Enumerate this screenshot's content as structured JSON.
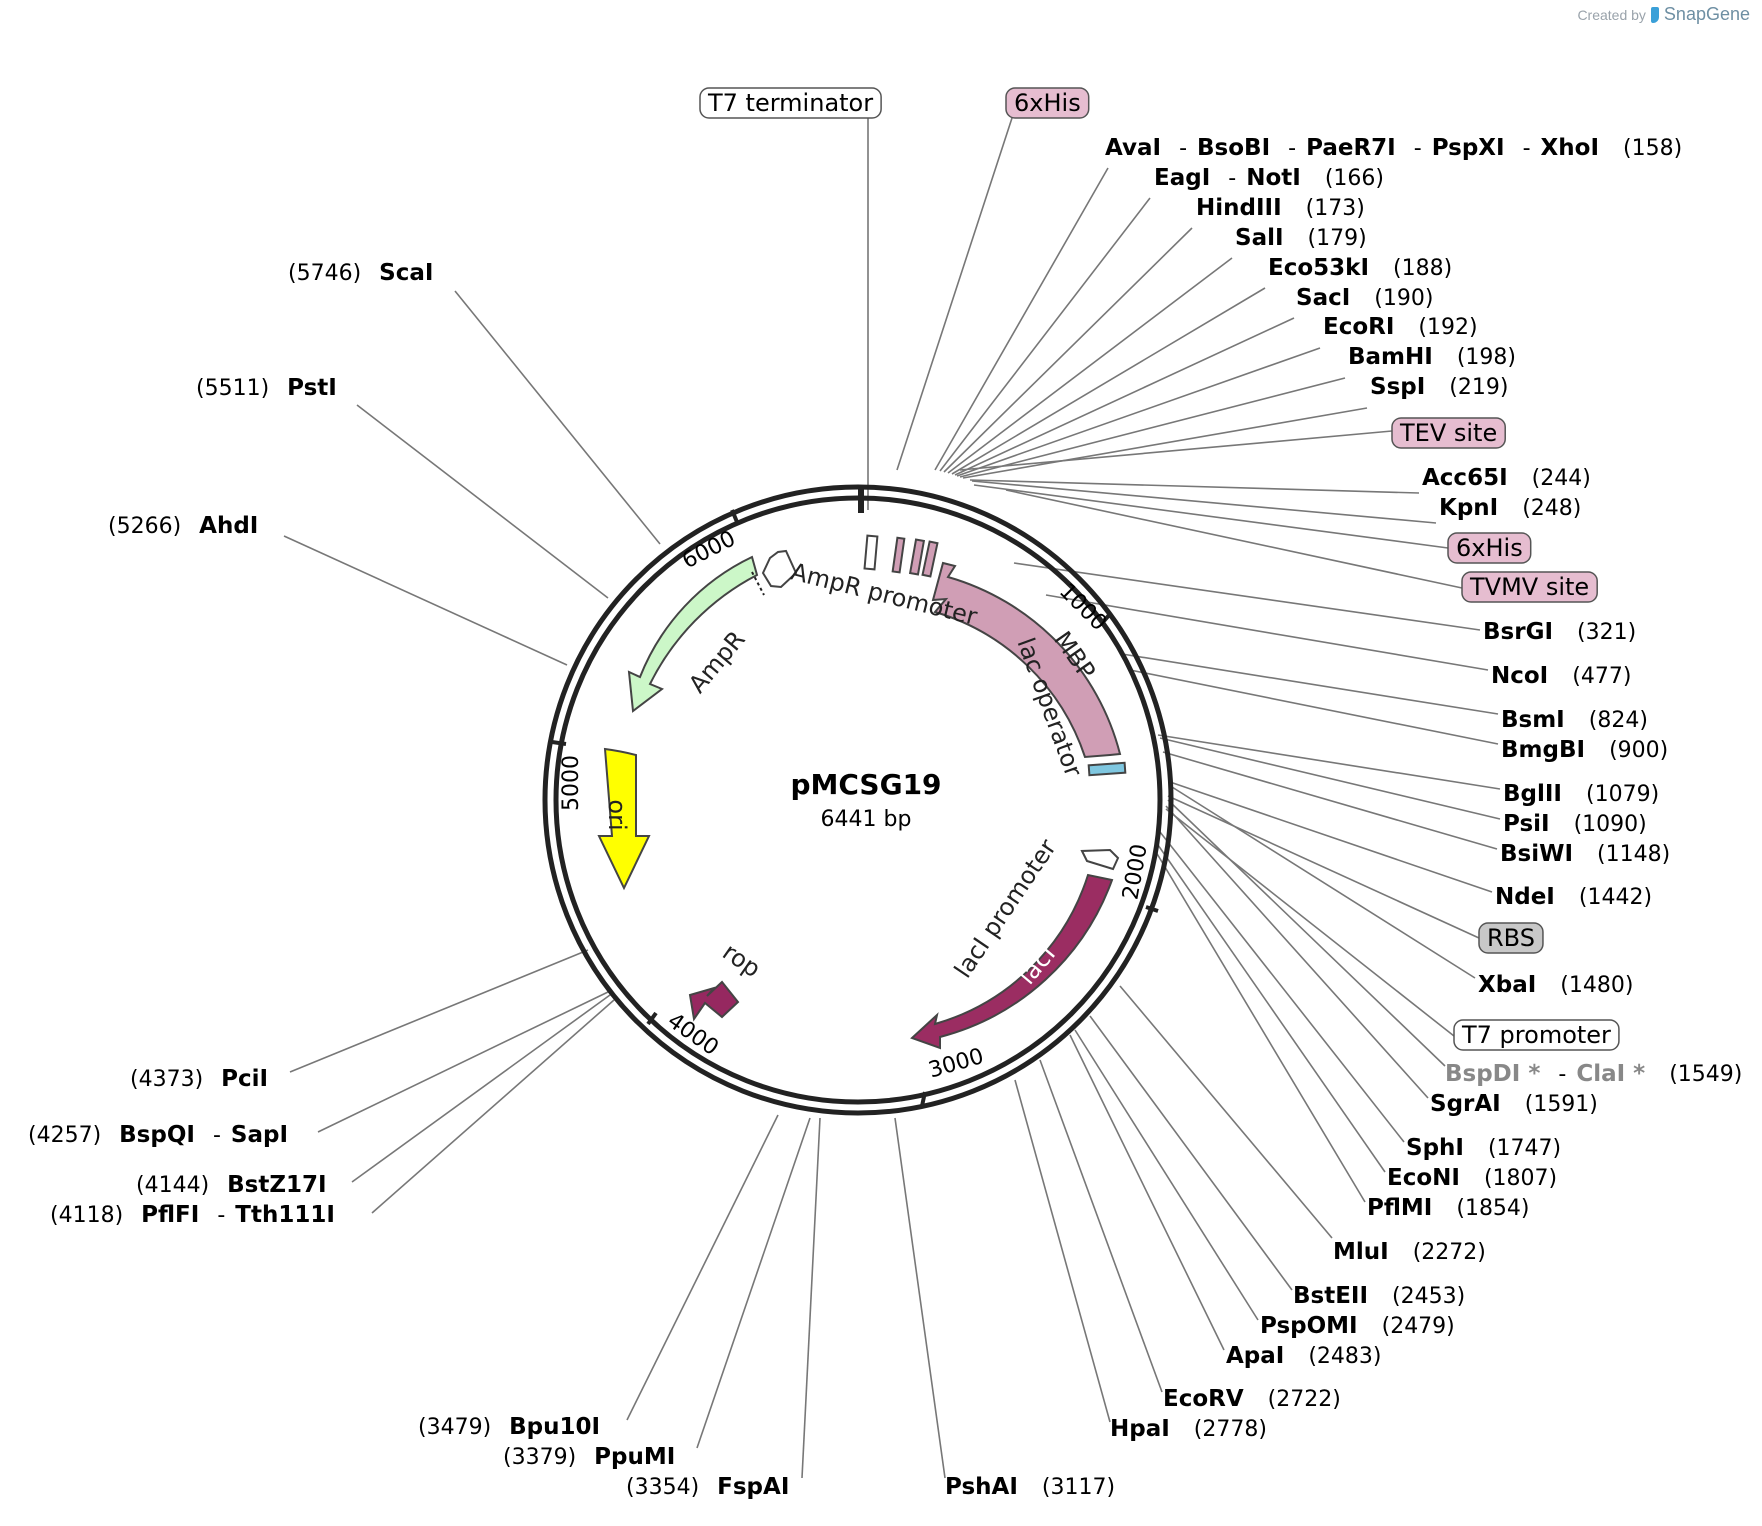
{
  "credit": {
    "prefix": "Created by",
    "brand": "SnapGene"
  },
  "plasmid": {
    "name": "pMCSG19",
    "length_label": "6441 bp",
    "length_bp": 6441
  },
  "ticks": [
    "1000",
    "2000",
    "3000",
    "4000",
    "5000",
    "6000"
  ],
  "features": {
    "mbp": "MBP",
    "laci": "lacI",
    "ampr": "AmpR",
    "ori": "ori",
    "rop": "rop",
    "ampr_promoter": "AmpR promoter",
    "lac_operator": "lac operator",
    "laci_promoter": "lacI promoter"
  },
  "boxed_labels": {
    "t7_terminator": "T7 terminator",
    "his_top": "6xHis",
    "tev": "TEV site",
    "his_mid": "6xHis",
    "tvmv": "TVMV site",
    "rbs": "RBS",
    "t7_promoter": "T7 promoter"
  },
  "sites": {
    "avai": {
      "names": [
        "AvaI",
        "BsoBI",
        "PaeR7I",
        "PspXI",
        "XhoI"
      ],
      "pos": "(158)"
    },
    "eagi": {
      "names": [
        "EagI",
        "NotI"
      ],
      "pos": "(166)"
    },
    "hindiii": {
      "names": [
        "HindIII"
      ],
      "pos": "(173)"
    },
    "sali": {
      "names": [
        "SalI"
      ],
      "pos": "(179)"
    },
    "eco53ki": {
      "names": [
        "Eco53kI"
      ],
      "pos": "(188)"
    },
    "saci": {
      "names": [
        "SacI"
      ],
      "pos": "(190)"
    },
    "ecori": {
      "names": [
        "EcoRI"
      ],
      "pos": "(192)"
    },
    "bamhi": {
      "names": [
        "BamHI"
      ],
      "pos": "(198)"
    },
    "sspi": {
      "names": [
        "SspI"
      ],
      "pos": "(219)"
    },
    "acc65i": {
      "names": [
        "Acc65I"
      ],
      "pos": "(244)"
    },
    "kpni": {
      "names": [
        "KpnI"
      ],
      "pos": "(248)"
    },
    "bsrgi": {
      "names": [
        "BsrGI"
      ],
      "pos": "(321)"
    },
    "ncoi": {
      "names": [
        "NcoI"
      ],
      "pos": "(477)"
    },
    "bsmi": {
      "names": [
        "BsmI"
      ],
      "pos": "(824)"
    },
    "bmgbi": {
      "names": [
        "BmgBI"
      ],
      "pos": "(900)"
    },
    "bglii": {
      "names": [
        "BglII"
      ],
      "pos": "(1079)"
    },
    "psii": {
      "names": [
        "PsiI"
      ],
      "pos": "(1090)"
    },
    "bsiwi": {
      "names": [
        "BsiWI"
      ],
      "pos": "(1148)"
    },
    "ndei": {
      "names": [
        "NdeI"
      ],
      "pos": "(1442)"
    },
    "xbai": {
      "names": [
        "XbaI"
      ],
      "pos": "(1480)"
    },
    "bspdi": {
      "names": [
        "BspDI *",
        "ClaI *"
      ],
      "pos": "(1549)"
    },
    "sgrai": {
      "names": [
        "SgrAI"
      ],
      "pos": "(1591)"
    },
    "sphi": {
      "names": [
        "SphI"
      ],
      "pos": "(1747)"
    },
    "econi": {
      "names": [
        "EcoNI"
      ],
      "pos": "(1807)"
    },
    "pflmi": {
      "names": [
        "PflMI"
      ],
      "pos": "(1854)"
    },
    "mlui": {
      "names": [
        "MluI"
      ],
      "pos": "(2272)"
    },
    "bsteii": {
      "names": [
        "BstEII"
      ],
      "pos": "(2453)"
    },
    "pspomi": {
      "names": [
        "PspOMI"
      ],
      "pos": "(2479)"
    },
    "apai": {
      "names": [
        "ApaI"
      ],
      "pos": "(2483)"
    },
    "ecorv": {
      "names": [
        "EcoRV"
      ],
      "pos": "(2722)"
    },
    "hpai": {
      "names": [
        "HpaI"
      ],
      "pos": "(2778)"
    },
    "pshai": {
      "names": [
        "PshAI"
      ],
      "pos": "(3117)"
    },
    "fspai": {
      "names": [
        "FspAI"
      ],
      "pos": "(3354)"
    },
    "ppumi": {
      "names": [
        "PpuMI"
      ],
      "pos": "(3379)"
    },
    "bpu10i": {
      "names": [
        "Bpu10I"
      ],
      "pos": "(3479)"
    },
    "tth111i": {
      "names": [
        "PflFI",
        "Tth111I"
      ],
      "pos": "(4118)"
    },
    "bstz17i": {
      "names": [
        "BstZ17I"
      ],
      "pos": "(4144)"
    },
    "sapi": {
      "names": [
        "BspQI",
        "SapI"
      ],
      "pos": "(4257)"
    },
    "pcii": {
      "names": [
        "PciI"
      ],
      "pos": "(4373)"
    },
    "ahdi": {
      "names": [
        "AhdI"
      ],
      "pos": "(5266)"
    },
    "psti": {
      "names": [
        "PstI"
      ],
      "pos": "(5511)"
    },
    "scai": {
      "names": [
        "ScaI"
      ],
      "pos": "(5746)"
    }
  },
  "colors": {
    "backbone": "#222222",
    "mbp": "#d09eb5",
    "laci": "#9b2d62",
    "ampr": "#ccf7c8",
    "ori": "#ffff00",
    "rop": "#962860",
    "tag_pink": "#e6bdd0",
    "rbs_gray": "#c8c8c8",
    "leader": "#777777",
    "dim_site": "#888888"
  }
}
